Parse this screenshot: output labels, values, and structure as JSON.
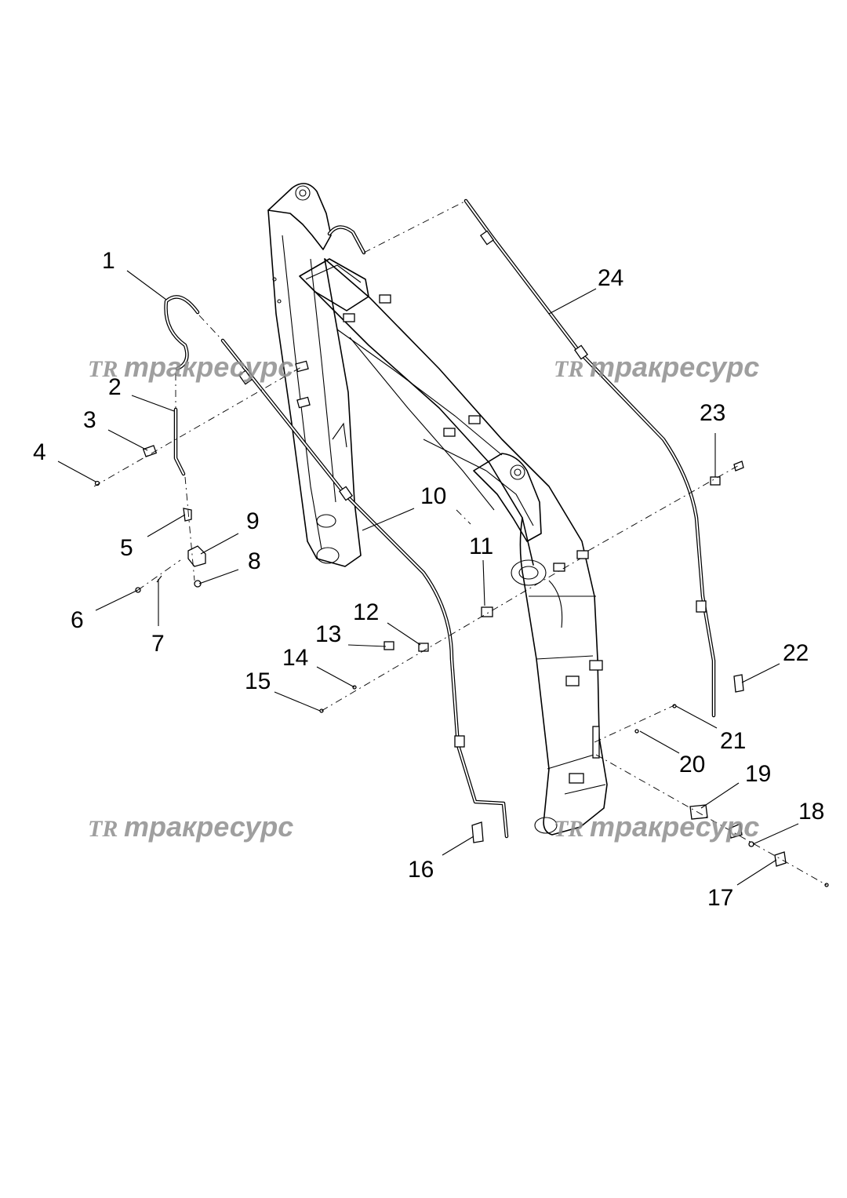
{
  "watermark": {
    "logo": "TR",
    "text": "тракресурс",
    "color": "#8f8f8f"
  },
  "callouts": [
    "1",
    "2",
    "3",
    "4",
    "5",
    "6",
    "7",
    "8",
    "9",
    "10",
    "11",
    "12",
    "13",
    "14",
    "15",
    "16",
    "17",
    "18",
    "19",
    "20",
    "21",
    "22",
    "23",
    "24"
  ]
}
